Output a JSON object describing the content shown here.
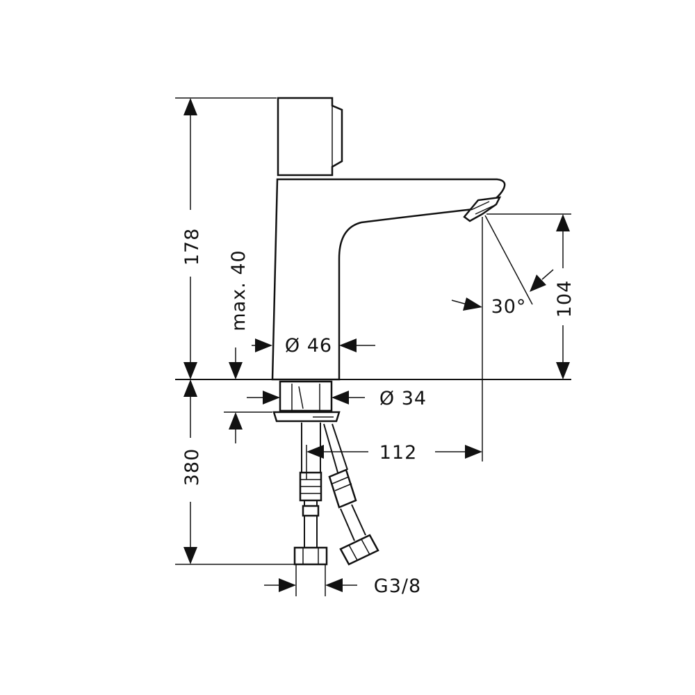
{
  "dimensions": {
    "overall_height": "178",
    "max_deck": "max. 40",
    "body_diameter": "Ø 46",
    "shank_diameter": "Ø 34",
    "hose_length": "380",
    "projection": "112",
    "spout_height": "104",
    "spray_angle": "30°",
    "connection_thread": "G3/8"
  }
}
